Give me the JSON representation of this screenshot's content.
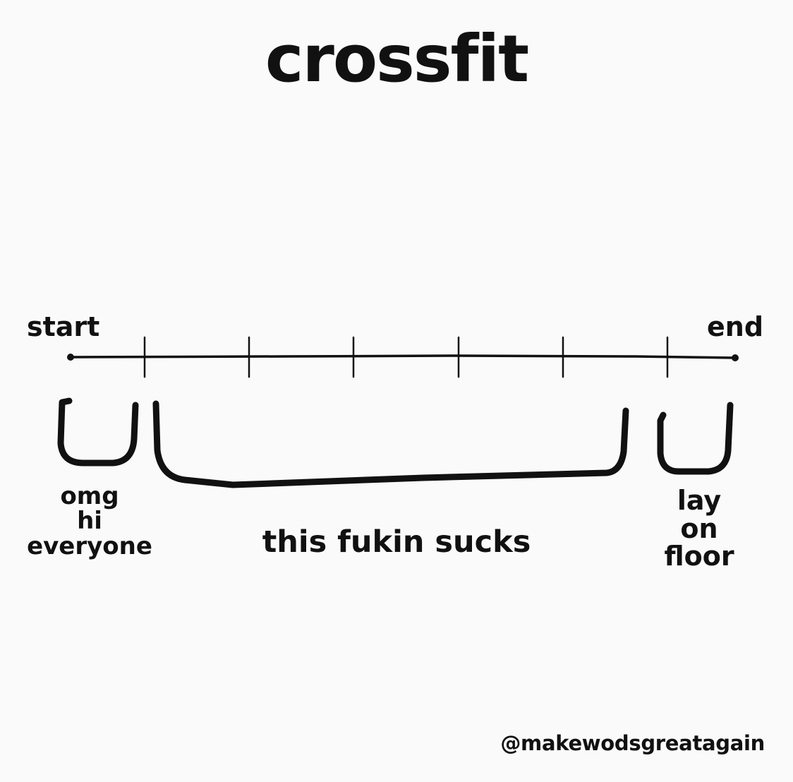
{
  "title": "crossfit",
  "timeline": {
    "start_label": "start",
    "end_label": "end",
    "segments": [
      {
        "lines": [
          "omg",
          "hi",
          "everyone"
        ]
      },
      {
        "lines": [
          "this fukin sucks"
        ]
      },
      {
        "lines": [
          "lay",
          "on",
          "floor"
        ]
      }
    ]
  },
  "credit": "@makewodsgreatagain",
  "colors": {
    "background": "#fafafa",
    "ink": "#111111"
  }
}
